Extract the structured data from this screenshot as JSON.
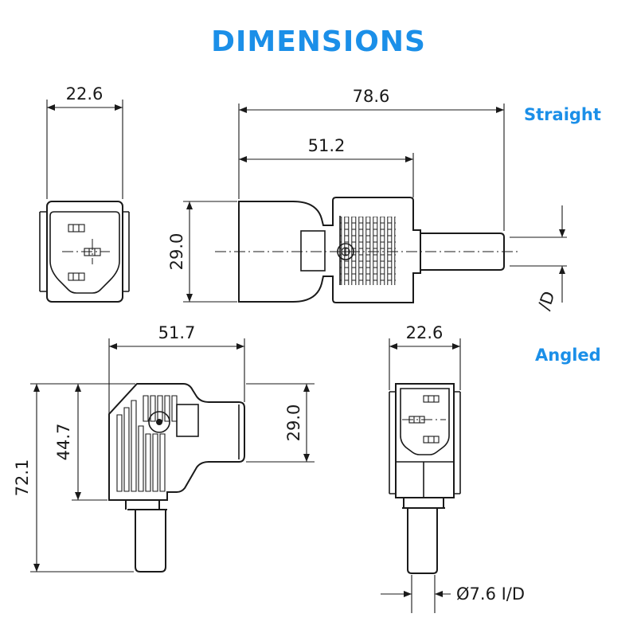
{
  "header": {
    "title": "DIMENSIONS"
  },
  "labels": {
    "straight": "Straight",
    "angled": "Angled"
  },
  "colors": {
    "accent": "#1b8fe8",
    "line": "#1a1a1a"
  },
  "dimensions": {
    "straight_front_width": "22.6",
    "straight_total_length": "78.6",
    "straight_body_length": "51.2",
    "straight_height": "29.0",
    "straight_cable": "/D",
    "angled_body_width": "51.7",
    "angled_height": "29.0",
    "angled_mid_height": "44.7",
    "angled_total_height": "72.1",
    "angled_side_width": "22.6",
    "angled_cable_diameter": "Ø7.6  I/D"
  }
}
